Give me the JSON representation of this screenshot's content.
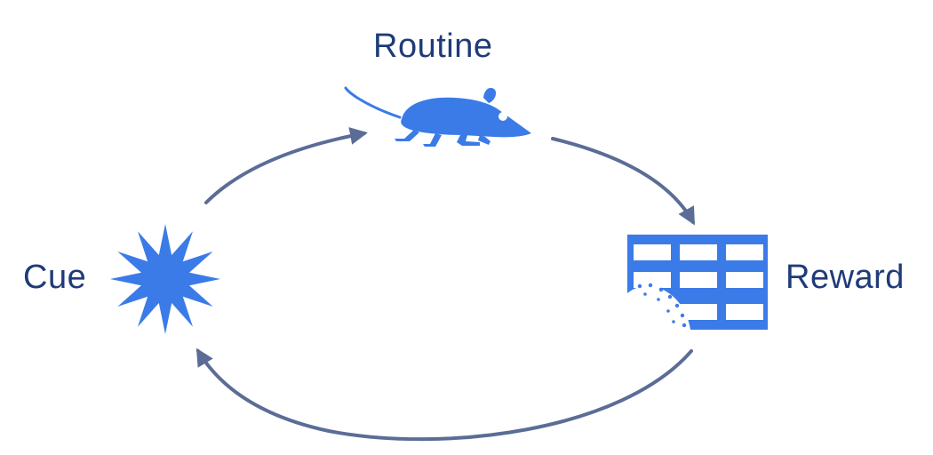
{
  "labels": {
    "routine": "Routine",
    "cue": "Cue",
    "reward": "Reward"
  },
  "colors": {
    "icon": "#3a7be8",
    "arrow": "#5b6d96",
    "text": "#1f3b78",
    "background": "#ffffff"
  },
  "icons": {
    "routine": "mouse-icon",
    "cue": "starburst-icon",
    "reward": "cheese-grid-icon"
  }
}
